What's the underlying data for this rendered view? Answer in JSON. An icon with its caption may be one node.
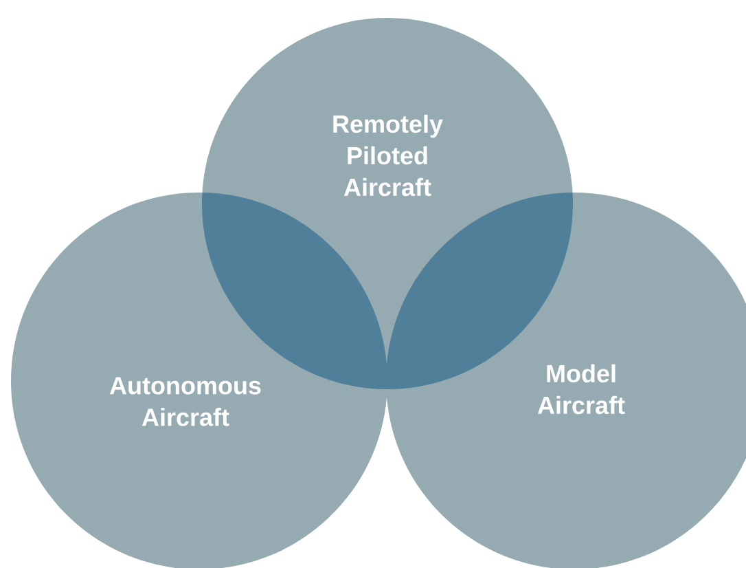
{
  "diagram": {
    "nodes": [
      {
        "text": [
          "Remotely Piloted Aircraft"
        ]
      },
      {
        "text": [
          "Autonomous Aircraft"
        ]
      },
      {
        "text": [
          "Model Aircraft"
        ]
      }
    ]
  }
}
